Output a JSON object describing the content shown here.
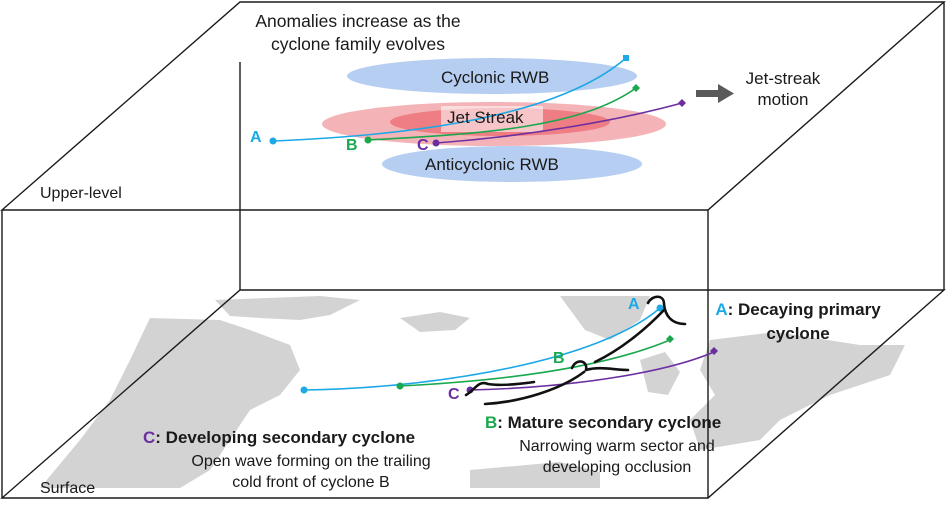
{
  "upper": {
    "title": "Anomalies increase as the cyclone family evolves",
    "level_label": "Upper-level",
    "cyclonic_rwb": "Cyclonic RWB",
    "jet_streak": "Jet Streak",
    "anticyclonic_rwb": "Anticyclonic RWB",
    "jet_motion": "Jet-streak motion",
    "track_labels": [
      "A",
      "B",
      "C"
    ]
  },
  "surface": {
    "level_label": "Surface",
    "track_labels": [
      "A",
      "B",
      "C"
    ]
  },
  "annotations": {
    "a_letter": "A",
    "a_text": ": Decaying primary cyclone",
    "b_letter": "B",
    "b_text": ": Mature secondary cyclone",
    "b_desc": "Narrowing warm sector and developing occlusion",
    "c_letter": "C",
    "c_text": ": Developing secondary cyclone",
    "c_desc": "Open wave forming on the trailing cold front of cyclone B"
  },
  "colors": {
    "track_a": "#1ca9e6",
    "track_b": "#1aa84f",
    "track_c": "#6b2fa0",
    "cyclonic": "#a9c6ef",
    "jet": "#ee7f86",
    "land": "#d3d3d3",
    "arrow": "#5a5a5a"
  }
}
